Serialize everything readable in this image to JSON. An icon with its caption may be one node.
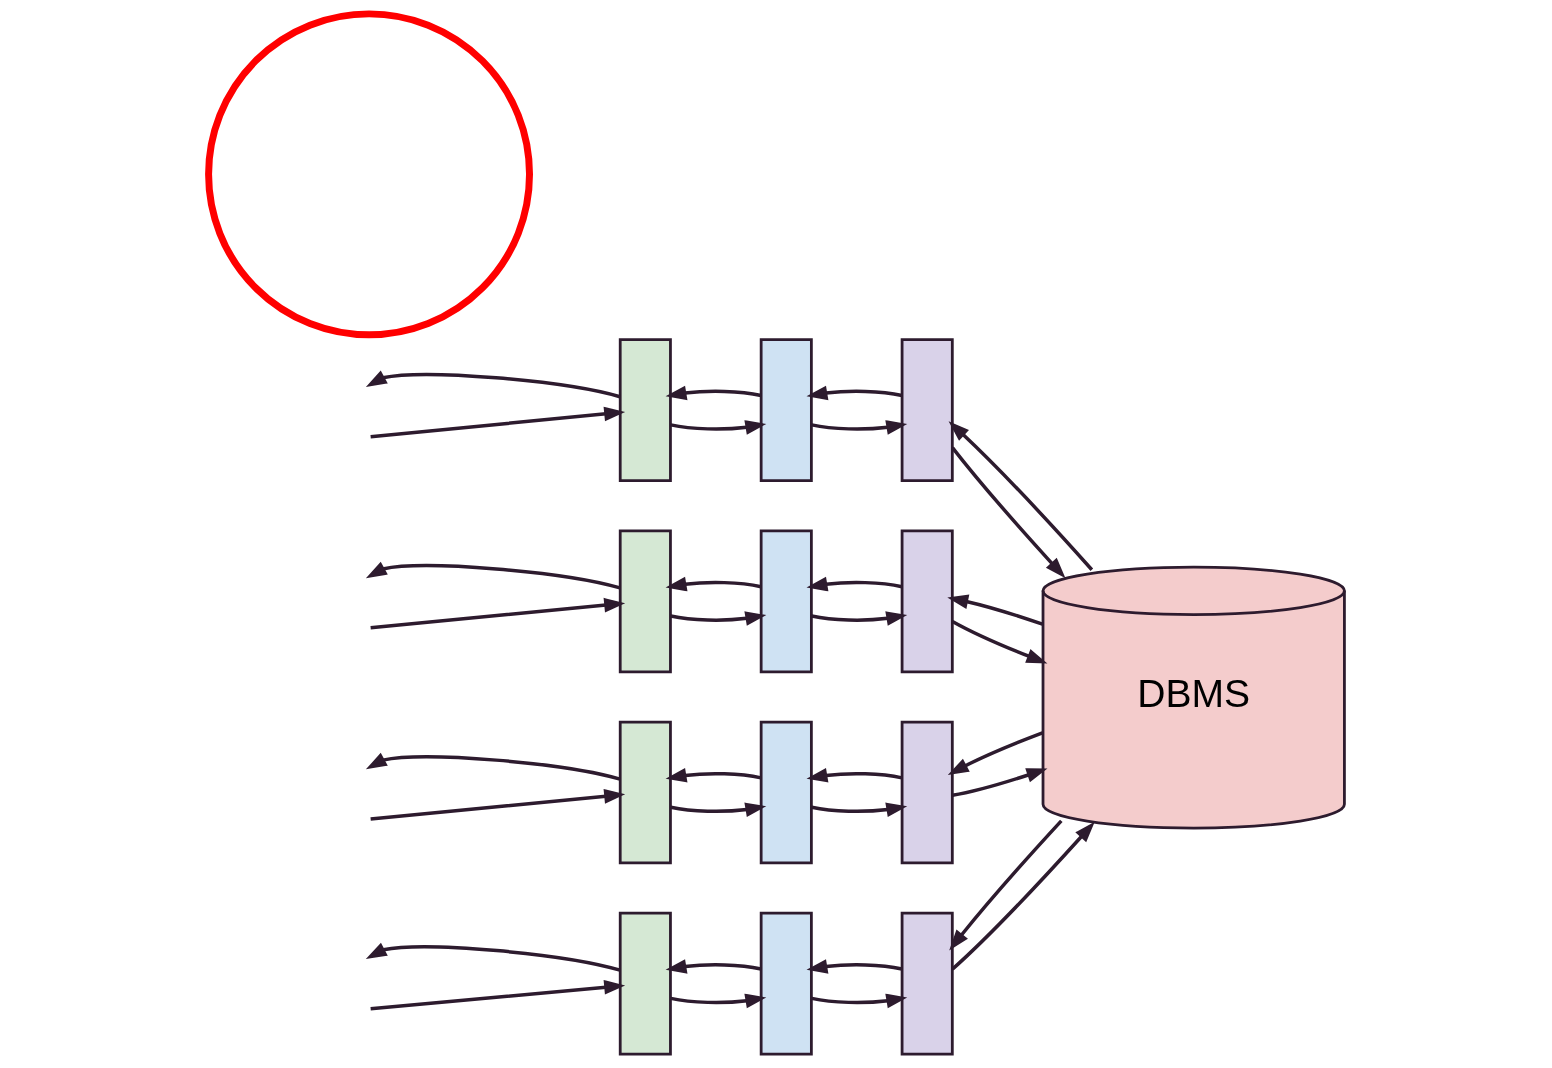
{
  "diagram": {
    "nodes": [
      {
        "text": [],
        "shape": "box"
      },
      {
        "text": [],
        "shape": "box"
      },
      {
        "text": [],
        "shape": "box"
      },
      {
        "text": [],
        "shape": "box"
      },
      {
        "text": [],
        "shape": "box"
      },
      {
        "text": [],
        "shape": "box"
      },
      {
        "text": [],
        "shape": "box"
      },
      {
        "text": [],
        "shape": "box"
      },
      {
        "text": [],
        "shape": "box"
      },
      {
        "text": [],
        "shape": "box"
      },
      {
        "text": [],
        "shape": "box"
      },
      {
        "text": [],
        "shape": "box"
      },
      {
        "text": [
          "DBMS"
        ]
      },
      {
        "text": [],
        "shape": "circle"
      }
    ],
    "edges": [
      {
        "from": 0,
        "to": null,
        "arrow": "to"
      },
      {
        "from": null,
        "to": 0,
        "arrow": "to"
      },
      {
        "from": 1,
        "to": 0,
        "arrow": "to"
      },
      {
        "from": 0,
        "to": 1,
        "arrow": "to"
      },
      {
        "from": 2,
        "to": 1,
        "arrow": "to"
      },
      {
        "from": 1,
        "to": 2,
        "arrow": "to"
      },
      {
        "from": 12,
        "to": 2,
        "arrow": "to"
      },
      {
        "from": 2,
        "to": 12,
        "arrow": "to"
      },
      {
        "from": 3,
        "to": null,
        "arrow": "to"
      },
      {
        "from": null,
        "to": 3,
        "arrow": "to"
      },
      {
        "from": 4,
        "to": 3,
        "arrow": "to"
      },
      {
        "from": 3,
        "to": 4,
        "arrow": "to"
      },
      {
        "from": 5,
        "to": 4,
        "arrow": "to"
      },
      {
        "from": 4,
        "to": 5,
        "arrow": "to"
      },
      {
        "from": 12,
        "to": 5,
        "arrow": "to"
      },
      {
        "from": 5,
        "to": 12,
        "arrow": "to"
      },
      {
        "from": 6,
        "to": null,
        "arrow": "to"
      },
      {
        "from": null,
        "to": 6,
        "arrow": "to"
      },
      {
        "from": 7,
        "to": 6,
        "arrow": "to"
      },
      {
        "from": 6,
        "to": 7,
        "arrow": "to"
      },
      {
        "from": 8,
        "to": 7,
        "arrow": "to"
      },
      {
        "from": 7,
        "to": 8,
        "arrow": "to"
      },
      {
        "from": 12,
        "to": 8,
        "arrow": "to"
      },
      {
        "from": 8,
        "to": 12,
        "arrow": "to"
      },
      {
        "from": 9,
        "to": null,
        "arrow": "to"
      },
      {
        "from": null,
        "to": 9,
        "arrow": "to"
      },
      {
        "from": 10,
        "to": 9,
        "arrow": "to"
      },
      {
        "from": 9,
        "to": 10,
        "arrow": "to"
      },
      {
        "from": 11,
        "to": 10,
        "arrow": "to"
      },
      {
        "from": 10,
        "to": 11,
        "arrow": "to"
      },
      {
        "from": 12,
        "to": 11,
        "arrow": "to"
      },
      {
        "from": 11,
        "to": 12,
        "arrow": "to"
      }
    ]
  }
}
